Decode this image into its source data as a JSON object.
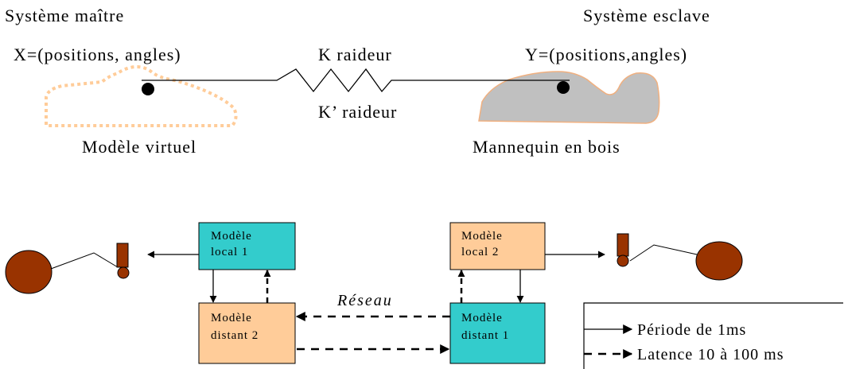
{
  "top": {
    "master_title": "Système maître",
    "slave_title": "Système esclave",
    "x_label": "X=(positions, angles)",
    "y_label": "Y=(positions,angles)",
    "spring_label_k": "K raideur",
    "spring_label_k2": "K’ raideur",
    "virtual_model_label": "Modèle virtuel",
    "mannequin_label": "Mannequin en bois"
  },
  "boxes": {
    "local1": {
      "line1": "Modèle",
      "line2": "local 1"
    },
    "local2": {
      "line1": "Modèle",
      "line2": "local 2"
    },
    "distant2": {
      "line1": "Modèle",
      "line2": "distant 2"
    },
    "distant1": {
      "line1": "Modèle",
      "line2": "distant 1"
    }
  },
  "network_label": "Réseau",
  "legend": {
    "solid": "Période de 1ms",
    "dashed": "Latence 10 à 100 ms"
  },
  "colors": {
    "cyan_box": "#33cccc",
    "peach_box": "#ffcc99",
    "brown": "#993300",
    "gray_mannequin": "#c0c0c0",
    "mannequin_outline": "#f0b080",
    "virtual_outline": "#ffcc99"
  }
}
